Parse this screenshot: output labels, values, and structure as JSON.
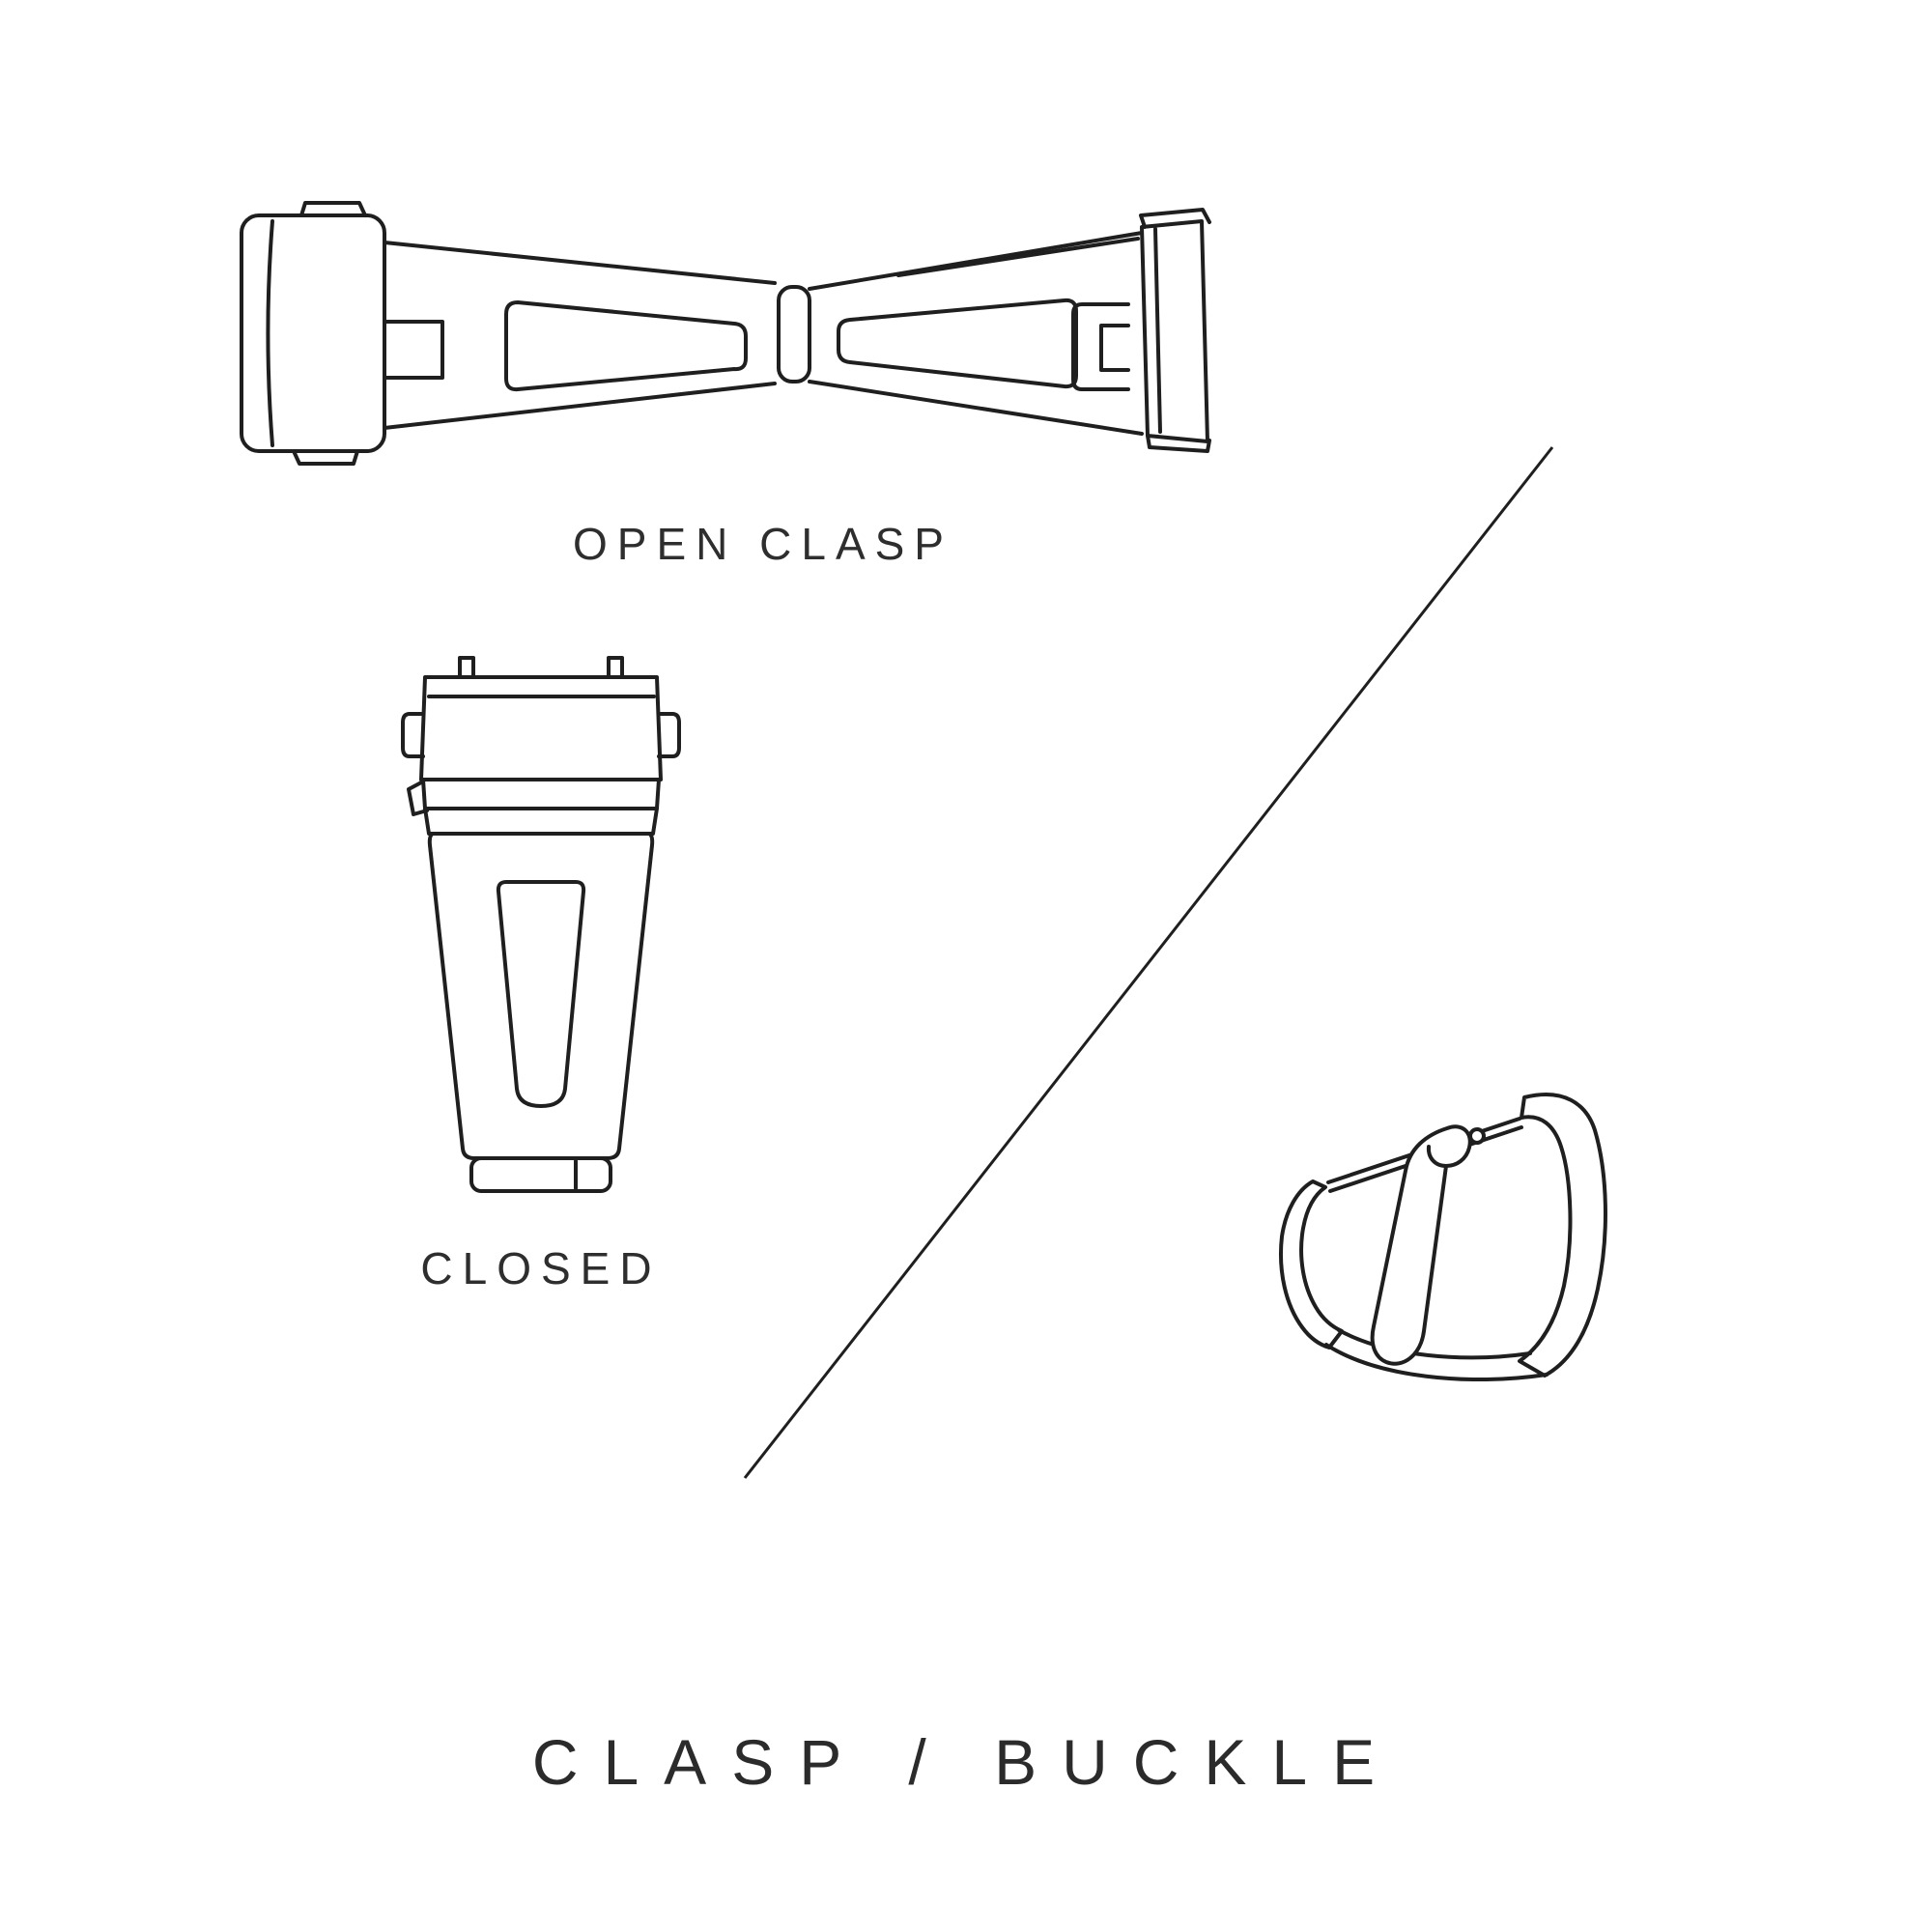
{
  "page": {
    "background_color": "#ffffff",
    "line_color": "#1f1f1f",
    "text_color": "#2e2e2e"
  },
  "title": "CLASP / BUCKLE",
  "figures": {
    "open_clasp": {
      "label": "OPEN CLASP",
      "icon": "open-clasp-illustration"
    },
    "closed_clasp": {
      "label": "CLOSED",
      "icon": "closed-clasp-illustration"
    },
    "buckle": {
      "icon": "tang-buckle-illustration"
    }
  },
  "divider": {
    "icon": "diagonal-divider-line"
  }
}
